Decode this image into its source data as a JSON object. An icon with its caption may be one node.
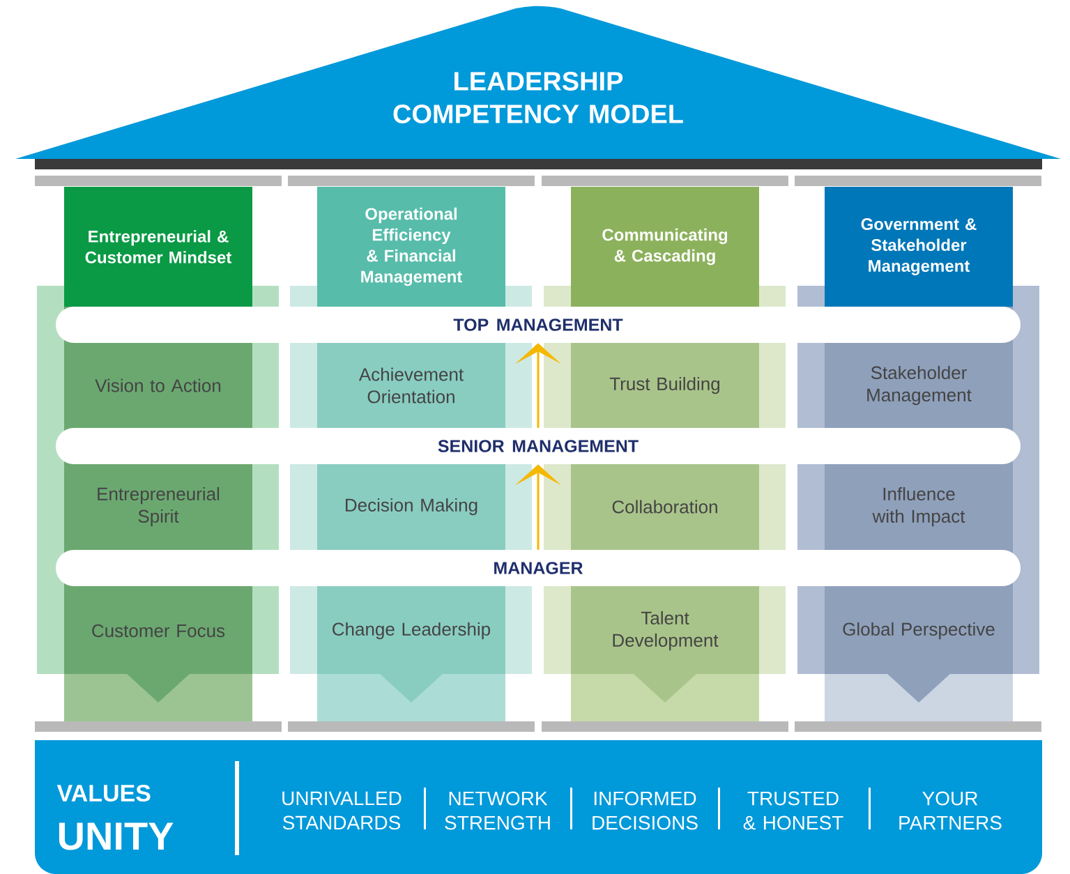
{
  "diagram": {
    "nodes": [
      {
        "text": [
          "LEADERSHIP COMPETENCY MODEL"
        ]
      },
      {
        "text": [
          "Entrepreneurial & Customer Mindset"
        ]
      },
      {
        "text": [
          "Operational Efficiency & Financial Management"
        ]
      },
      {
        "text": [
          "Communicating & Cascading"
        ]
      },
      {
        "text": [
          "Government & Stakeholder Management"
        ]
      },
      {
        "text": [
          "TOP MANAGEMENT"
        ]
      },
      {
        "text": [
          "Vision to Action"
        ]
      },
      {
        "text": [
          "Achievement Orientation"
        ]
      },
      {
        "text": [
          "Trust Building"
        ]
      },
      {
        "text": [
          "Stakeholder Management"
        ]
      },
      {
        "text": [
          "SENIOR MANAGEMENT"
        ]
      },
      {
        "text": [
          "Entrepreneurial Spirit"
        ]
      },
      {
        "text": [
          "Decision Making"
        ]
      },
      {
        "text": [
          "Collaboration"
        ]
      },
      {
        "text": [
          "Influence with Impact"
        ]
      },
      {
        "text": [
          "MANAGER"
        ]
      },
      {
        "text": [
          "Customer Focus"
        ]
      },
      {
        "text": [
          "Change Leadership"
        ]
      },
      {
        "text": [
          "Talent Development"
        ]
      },
      {
        "text": [
          "Global Perspective"
        ]
      },
      {
        "text": [
          "VALUES",
          "UNITY"
        ]
      }
    ],
    "edges": [
      {
        "from": 10,
        "to": 5,
        "arrow": "to",
        "color": "#f5b800"
      },
      {
        "from": 15,
        "to": 10,
        "arrow": "to",
        "color": "#f5b800"
      }
    ],
    "labels": [
      "UNRIVALLED STANDARDS",
      "NETWORK STRENGTH",
      "INFORMED DECISIONS",
      "TRUSTED & HONEST",
      "YOUR PARTNERS"
    ]
  }
}
